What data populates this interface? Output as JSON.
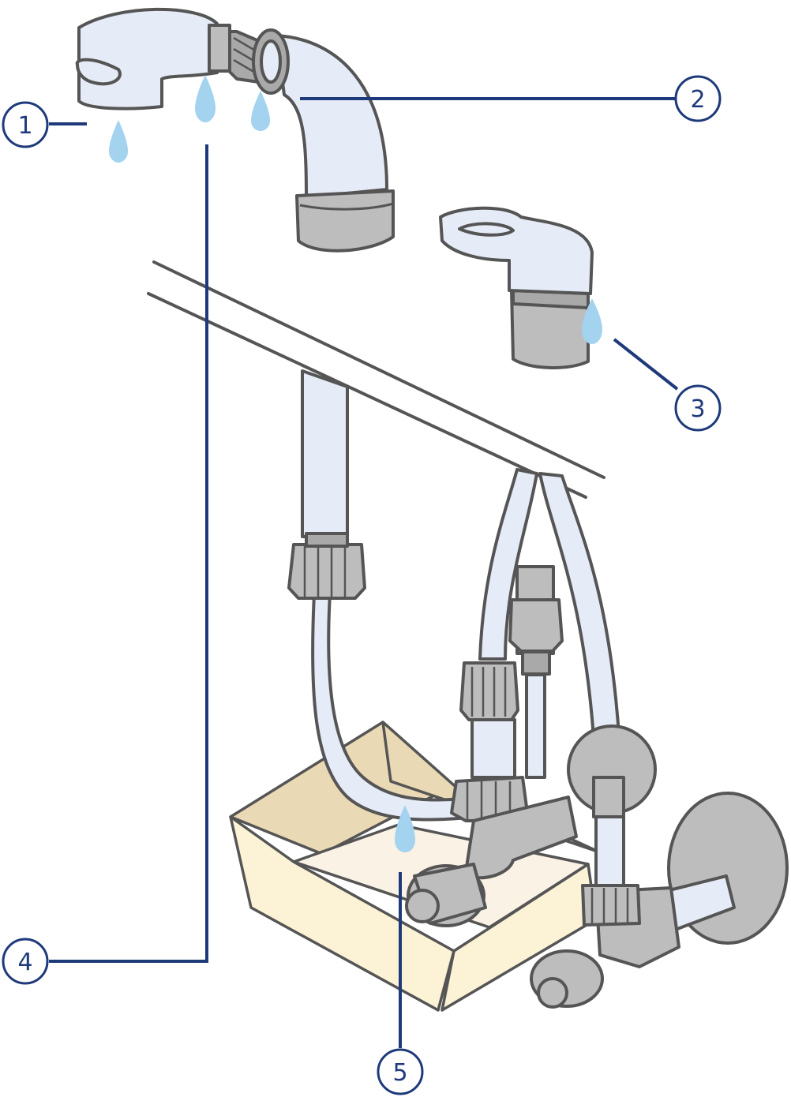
{
  "colors": {
    "leader_line": "#1e3a7a",
    "pipe_fill": "#e6ecf7",
    "fitting_fill": "#bdbdbd",
    "fitting_dark": "#a9a9a9",
    "outline": "#555555",
    "water_drop": "#a3d3ef",
    "box_side": "#fcf3d6",
    "box_inner": "#ead9b5",
    "box_floor": "#fbf2e6"
  },
  "callouts": [
    {
      "id": "1",
      "label": "①"
    },
    {
      "id": "2",
      "label": "②"
    },
    {
      "id": "3",
      "label": "③"
    },
    {
      "id": "4",
      "label": "④"
    },
    {
      "id": "5",
      "label": "⑤"
    }
  ],
  "icons": {
    "drop": "water-drop-icon",
    "box": "catch-box",
    "valve": "stop-valve"
  }
}
